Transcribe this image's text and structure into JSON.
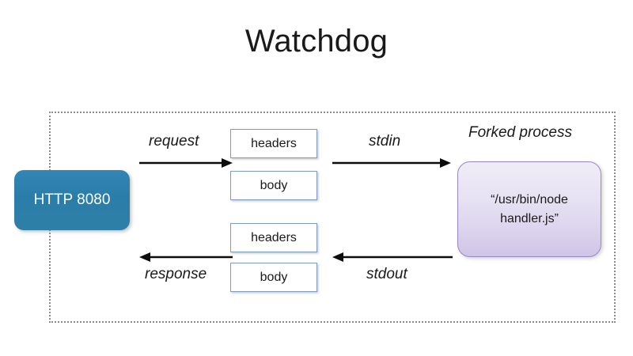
{
  "slide": {
    "title": "Watchdog",
    "background_color": "#ffffff"
  },
  "diagram": {
    "container": {
      "name": "watchdog-boundary",
      "border_style": "dotted",
      "border_color": "#8c8c8c"
    },
    "nodes": {
      "http_listener": {
        "label": "HTTP 8080",
        "fill_color": "#2f7fa8",
        "text_color": "#ffffff"
      },
      "forked_process": {
        "label": "“/usr/bin/node handler.js”",
        "line1": "“/usr/bin/node",
        "line2": "handler.js”",
        "fill_color": "#ddd5ee",
        "border_color": "#9b86c4"
      },
      "request_headers": {
        "label": "headers"
      },
      "request_body": {
        "label": "body"
      },
      "response_headers": {
        "label": "headers"
      },
      "response_body": {
        "label": "body"
      }
    },
    "labels": {
      "request": "request",
      "stdin": "stdin",
      "forked_process": "Forked process",
      "response": "response",
      "stdout": "stdout"
    }
  }
}
